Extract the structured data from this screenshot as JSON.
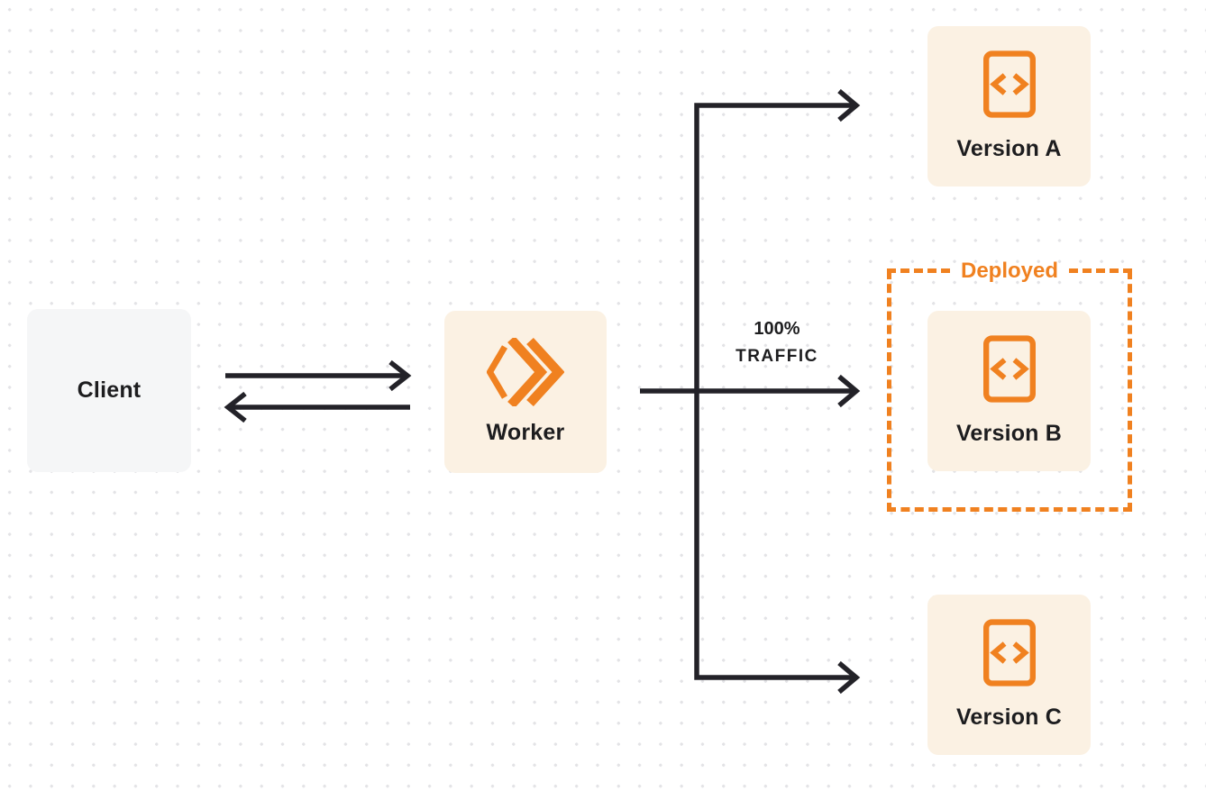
{
  "colors": {
    "background": "#ffffff",
    "dot": "#e3e3e6",
    "accent": "#F08120",
    "cream": "#FBF1E3",
    "gray_box": "#F5F6F7",
    "line": "#232228",
    "text": "#1D1D1F"
  },
  "nodes": {
    "client": {
      "label": "Client"
    },
    "worker": {
      "label": "Worker",
      "icon": "cloudflare-workers-logo"
    },
    "version_a": {
      "label": "Version A",
      "icon": "code-file-icon"
    },
    "version_b": {
      "label": "Version B",
      "icon": "code-file-icon"
    },
    "version_c": {
      "label": "Version C",
      "icon": "code-file-icon"
    }
  },
  "annotations": {
    "deployed_label": "Deployed",
    "traffic_line1": "100%",
    "traffic_line2": "TRAFFIC"
  },
  "edges": [
    {
      "name": "client-to-worker",
      "arrow": "right"
    },
    {
      "name": "worker-to-client",
      "arrow": "left"
    },
    {
      "name": "worker-to-version-a",
      "arrow": "right"
    },
    {
      "name": "worker-to-version-b",
      "arrow": "right",
      "label": "100% TRAFFIC"
    },
    {
      "name": "worker-to-version-c",
      "arrow": "right"
    }
  ]
}
